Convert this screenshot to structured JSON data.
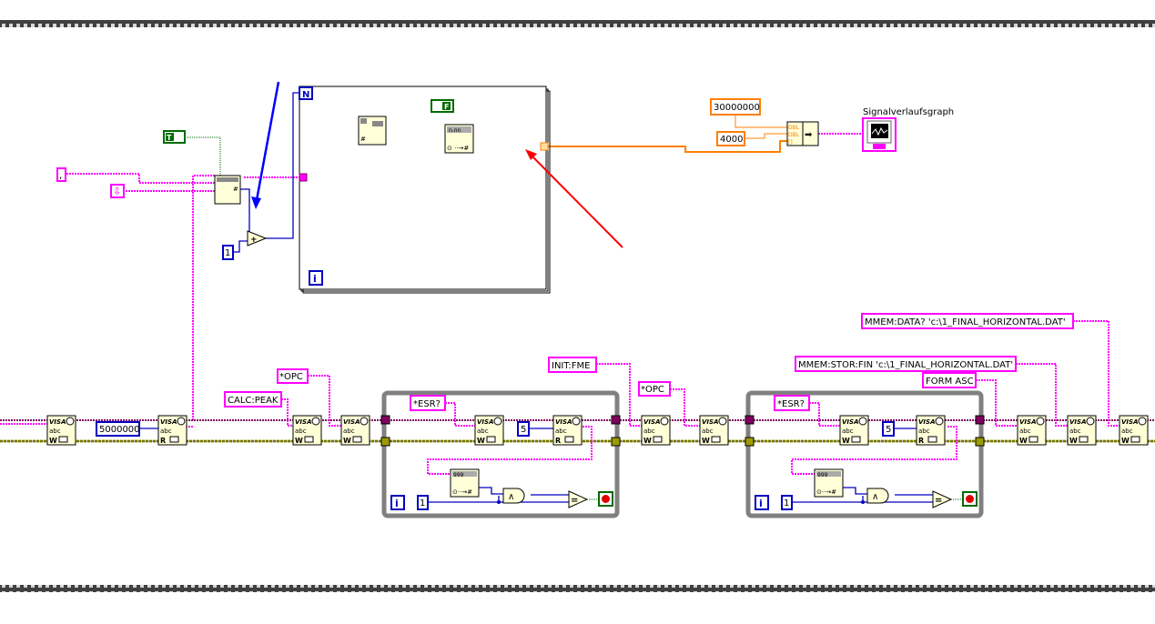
{
  "colors": {
    "string_wire": "#ff00ff",
    "numeric_int": "#0000c0",
    "numeric_dbl": "#ff8000",
    "boolean": "#006a00",
    "error_wire": "#9c9c00",
    "resource_wire": "#800060",
    "loop_frame": "#808080",
    "annotation_red": "#ff0000",
    "annotation_blue": "#0000ff",
    "node_fill": "#ffffd8"
  },
  "top_section": {
    "comma_constant": ",",
    "down_arrow_constant_icon": "down-arrow",
    "bool_true_constant": "T",
    "bool_false_constant": "F",
    "increment_const": "1",
    "add_op": "+",
    "for_loop": {
      "count_terminal": "N",
      "iteration_terminal": "i"
    },
    "double_const": "30000000",
    "count_const": "4000",
    "bundle_types": [
      "DBL",
      "DBL",
      "[]"
    ],
    "graph_label": "Signalverlaufsgraph"
  },
  "sequence": {
    "timeout_const": "5000000",
    "calc_peak": "CALC:PEAK",
    "opc_1": "*OPC",
    "init_fme": "INIT:FME",
    "opc_2": "*OPC",
    "form_asc": "FORM ASC",
    "mmem_stor": "MMEM:STOR:FIN 'c:\\1_FINAL_HORIZONTAL.DAT'",
    "mmem_data": "MMEM:DATA? 'c:\\1_FINAL_HORIZONTAL.DAT'",
    "while_loops": [
      {
        "esr_query": "*ESR?",
        "byte_count": "5",
        "mask_const": "1",
        "iteration_terminal": "i",
        "and_op": "∧",
        "eq_op": "="
      },
      {
        "esr_query": "*ESR?",
        "byte_count": "5",
        "mask_const": "1",
        "iteration_terminal": "i",
        "and_op": "∧",
        "eq_op": "="
      }
    ]
  }
}
